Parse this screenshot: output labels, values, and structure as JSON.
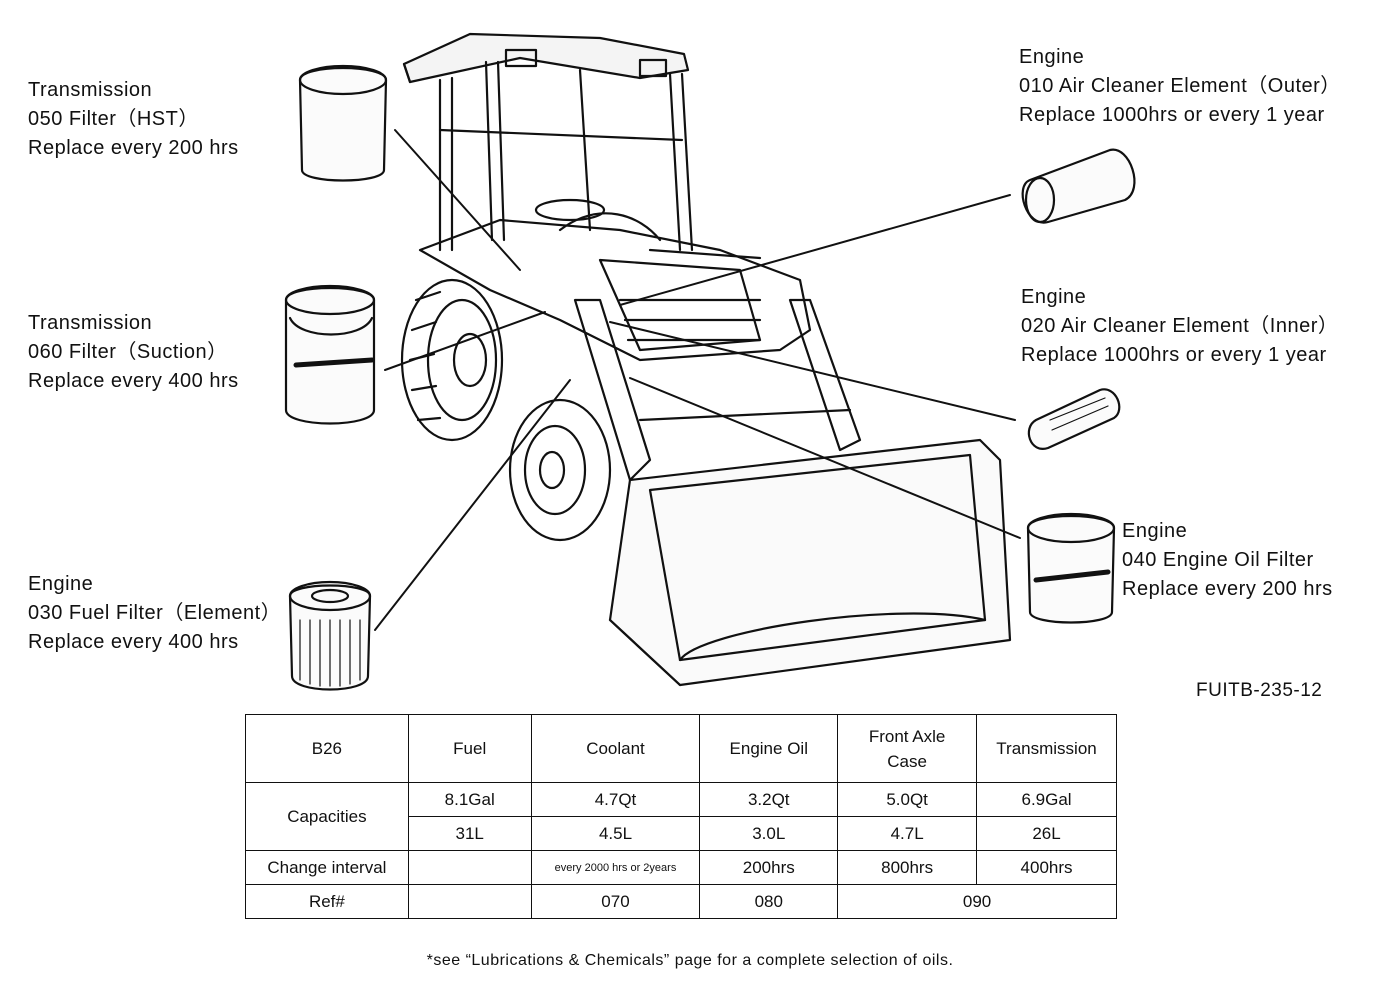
{
  "labels": {
    "trans_050": [
      "Transmission",
      "050 Filter（HST）",
      "Replace every 200 hrs"
    ],
    "trans_060": [
      "Transmission",
      "060 Filter（Suction）",
      "Replace every 400 hrs"
    ],
    "engine_030": [
      "Engine",
      "030 Fuel Filter（Element）",
      "Replace every 400 hrs"
    ],
    "engine_010": [
      "Engine",
      "010 Air Cleaner Element（Outer）",
      "Replace 1000hrs or every 1 year"
    ],
    "engine_020": [
      "Engine",
      "020 Air Cleaner Element（Inner）",
      "Replace 1000hrs or every 1 year"
    ],
    "engine_040": [
      "Engine",
      "040 Engine Oil Filter",
      "Replace every 200 hrs"
    ]
  },
  "figure_code": "FUITB-235-12",
  "table": {
    "header": [
      "B26",
      "Fuel",
      "Coolant",
      "Engine Oil",
      "Front Axle Case",
      "Transmission"
    ],
    "capacities_label": "Capacities",
    "capacities_row1": [
      "8.1Gal",
      "4.7Qt",
      "3.2Qt",
      "5.0Qt",
      "6.9Gal"
    ],
    "capacities_row2": [
      "31L",
      "4.5L",
      "3.0L",
      "4.7L",
      "26L"
    ],
    "change_interval": {
      "label": "Change interval",
      "fuel": "",
      "coolant": "every 2000 hrs or 2years",
      "engine_oil": "200hrs",
      "front_axle": "800hrs",
      "transmission": "400hrs"
    },
    "ref": {
      "label": "Ref#",
      "fuel": "",
      "coolant": "070",
      "engine_oil": "080",
      "axle_transmission": "090"
    }
  },
  "footnote": "*see “Lubrications & Chemicals” page for a complete selection of oils."
}
